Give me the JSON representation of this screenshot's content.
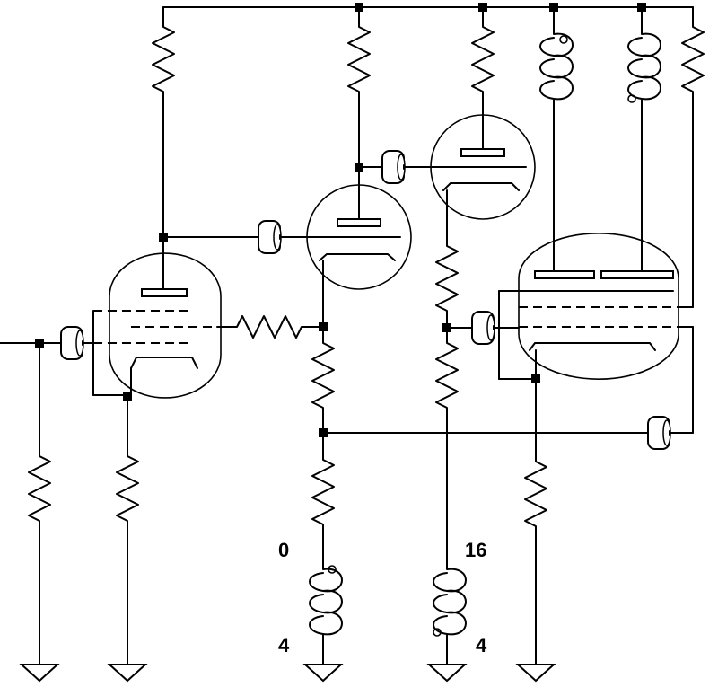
{
  "labels": {
    "tap_0": "0",
    "tap_16": "16",
    "tap_4_left": "4",
    "tap_4_right": "4"
  }
}
